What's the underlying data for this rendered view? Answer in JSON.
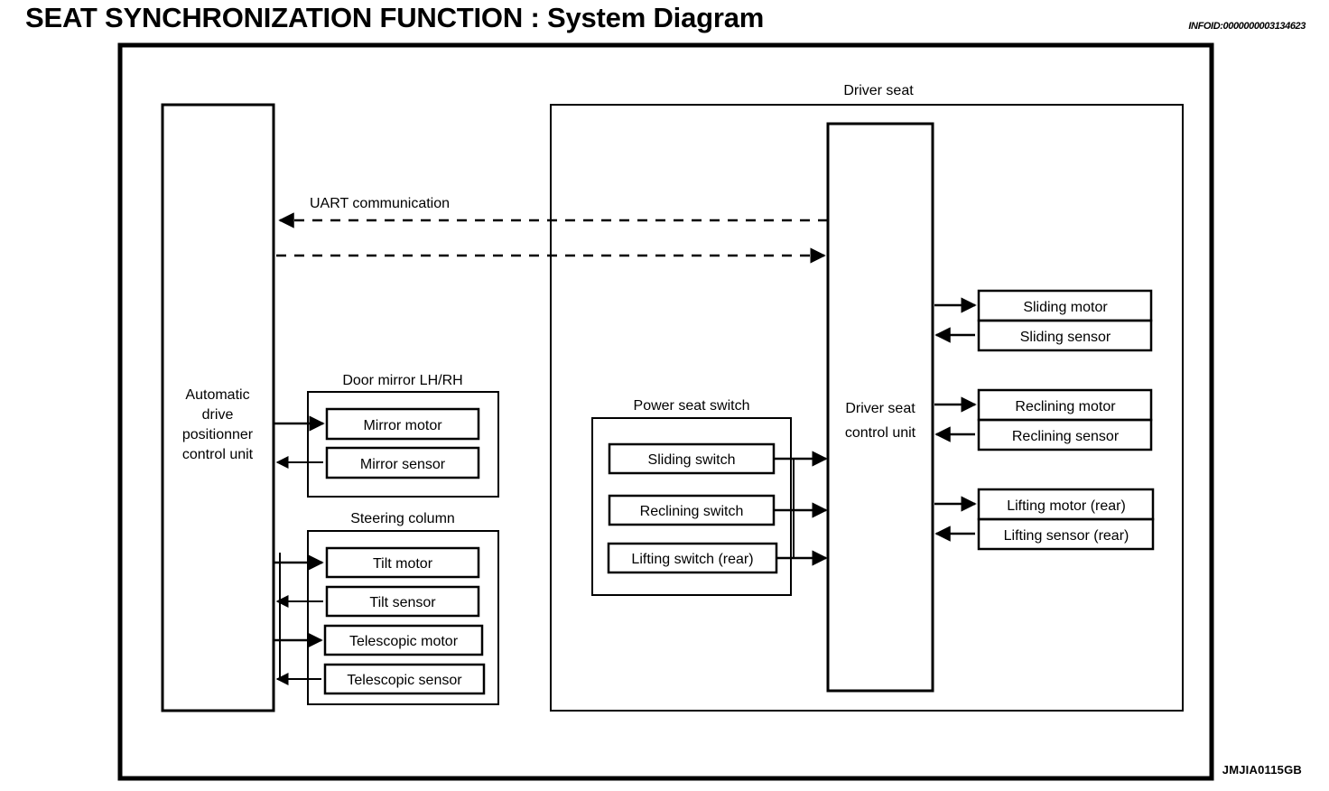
{
  "header": {
    "title": "SEAT SYNCHRONIZATION FUNCTION : System Diagram",
    "infoid": "INFOID:0000000003134623"
  },
  "figure": {
    "code": "JMJIA0115GB"
  },
  "diagram": {
    "units": {
      "apcu": "Automatic drive positionner control unit",
      "apcu_lines": [
        "Automatic",
        "drive",
        "positionner",
        "control unit"
      ],
      "dscu": "Driver seat control unit",
      "dscu_lines": [
        "Driver seat",
        "control unit"
      ]
    },
    "groups": {
      "driver_seat": "Driver seat",
      "door_mirror": "Door mirror LH/RH",
      "steering_column": "Steering column",
      "power_seat_switch": "Power seat switch"
    },
    "links": {
      "uart": "UART communication"
    },
    "door_mirror_items": [
      {
        "label": "Mirror motor",
        "direction": "out"
      },
      {
        "label": "Mirror sensor",
        "direction": "in"
      }
    ],
    "steering_column_items": [
      {
        "label": "Tilt motor",
        "direction": "out"
      },
      {
        "label": "Tilt sensor",
        "direction": "in"
      },
      {
        "label": "Telescopic motor",
        "direction": "out"
      },
      {
        "label": "Telescopic sensor",
        "direction": "in"
      }
    ],
    "power_seat_switch_items": [
      {
        "label": "Sliding switch",
        "direction": "out"
      },
      {
        "label": "Reclining switch",
        "direction": "out"
      },
      {
        "label": "Lifting switch (rear)",
        "direction": "out"
      }
    ],
    "seat_actuator_items": [
      {
        "label": "Sliding motor",
        "direction": "out"
      },
      {
        "label": "Sliding sensor",
        "direction": "in"
      },
      {
        "label": "Reclining motor",
        "direction": "out"
      },
      {
        "label": "Reclining sensor",
        "direction": "in"
      },
      {
        "label": "Lifting motor (rear)",
        "direction": "out"
      },
      {
        "label": "Lifting sensor (rear)",
        "direction": "in"
      }
    ]
  },
  "colors": {
    "line": "#000000",
    "background": "#ffffff"
  }
}
